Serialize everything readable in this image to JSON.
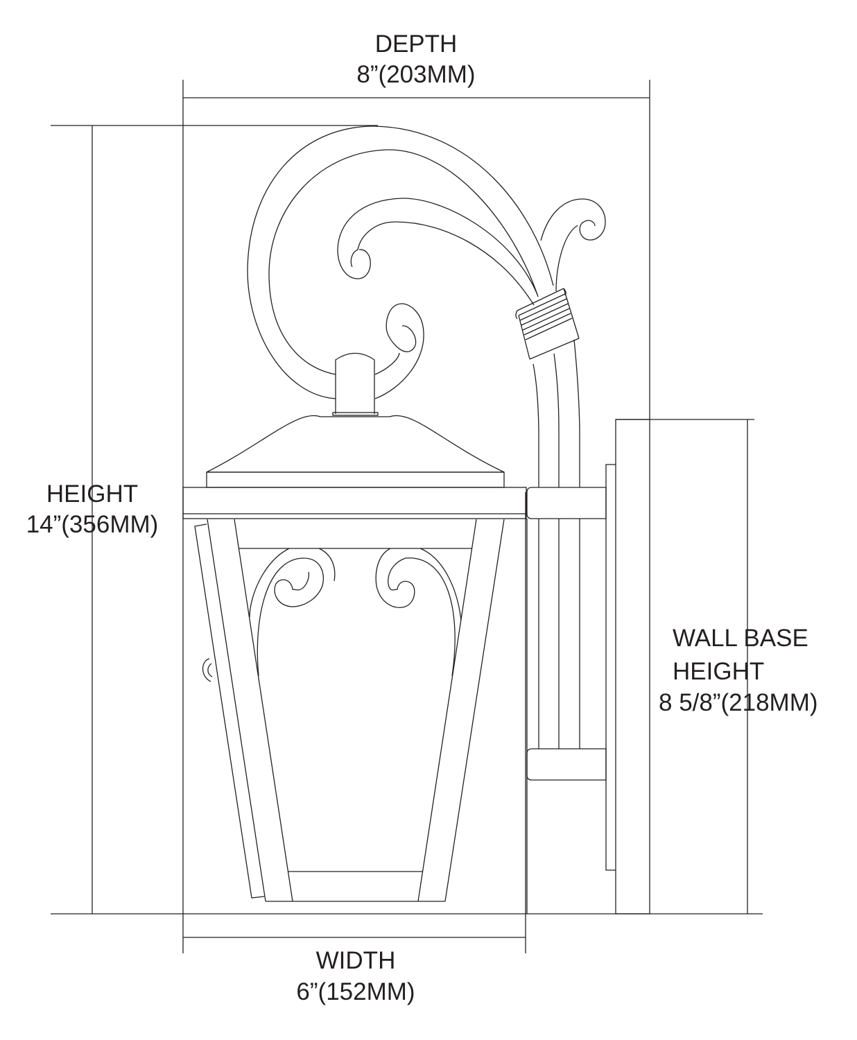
{
  "dimensions": {
    "depth": {
      "label": "DEPTH",
      "value": "8”(203MM)"
    },
    "height": {
      "label": "HEIGHT",
      "value": "14”(356MM)"
    },
    "wall_base": {
      "label_line1": "WALL BASE",
      "label_line2": "HEIGHT",
      "value": "8 5/8”(218MM)"
    },
    "width": {
      "label": "WIDTH",
      "value": "6”(152MM)"
    }
  },
  "colors": {
    "line": "#231f20",
    "background": "#ffffff"
  }
}
